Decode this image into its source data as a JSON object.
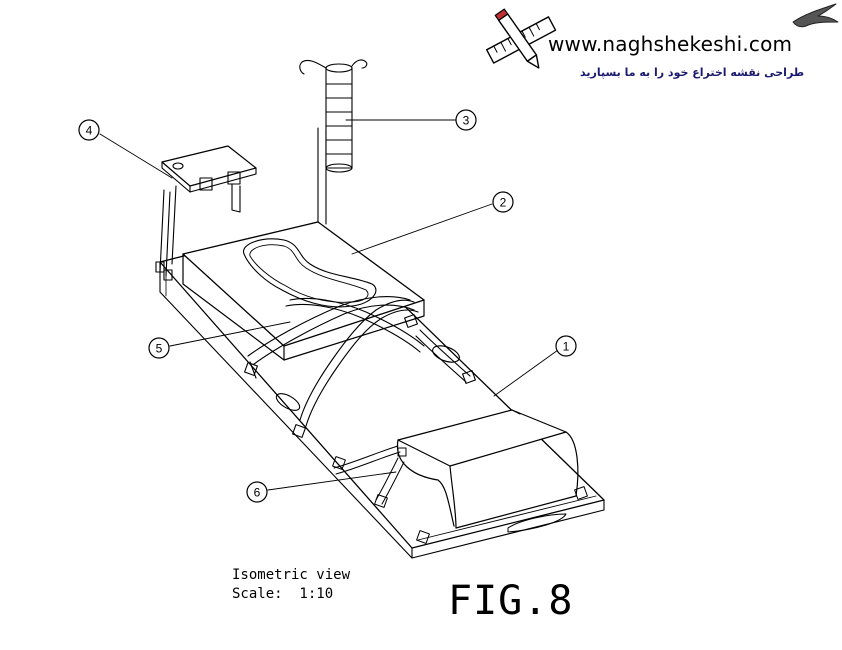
{
  "watermark": {
    "url": "www.naghshekeshi.com",
    "tagline": "طراحی نقشه اختراع خود را به ما بسپارید"
  },
  "callouts": [
    "1",
    "2",
    "3",
    "4",
    "5",
    "6"
  ],
  "view": {
    "line1": "Isometric view",
    "line2": "Scale:  1:10"
  },
  "figure_label": "FIG.8"
}
